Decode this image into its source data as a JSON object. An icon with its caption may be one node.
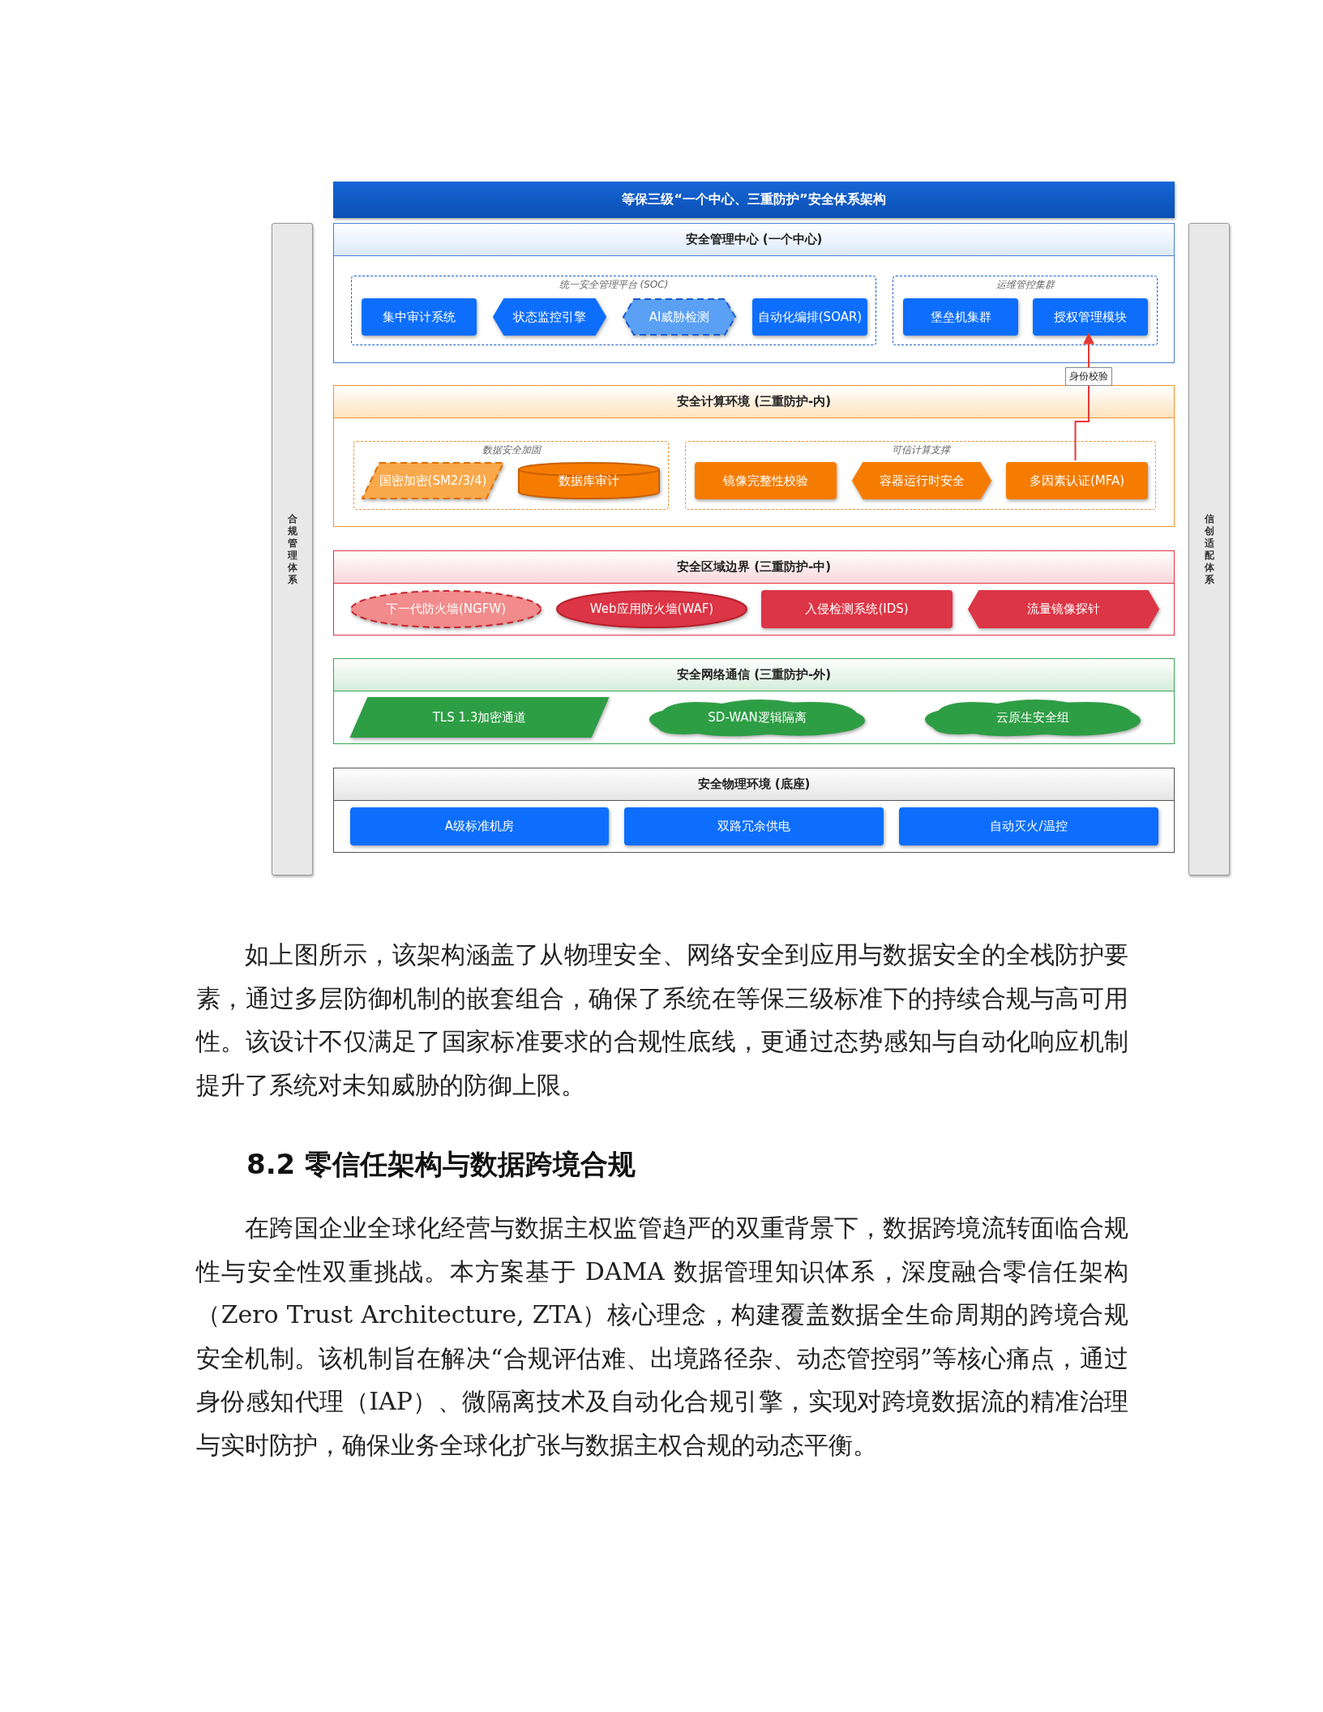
{
  "diagram": {
    "title": "等保三级“一个中心、三重防护”安全体系架构",
    "nodes": [
      {
        "text": [
          "合规管理体系"
        ]
      },
      {
        "text": [
          "信创适配体系"
        ]
      },
      {
        "text": [
          "安全管理中心 (一个中心)"
        ]
      },
      {
        "text": [
          "统一安全管理平台 (SOC)"
        ],
        "in": 2
      },
      {
        "text": [
          "集中审计系统"
        ],
        "in": 3
      },
      {
        "text": [
          "状态监控引擎"
        ],
        "in": 3
      },
      {
        "text": [
          "AI威胁检测"
        ],
        "in": 3
      },
      {
        "text": [
          "自动化编排(SOAR)"
        ],
        "in": 3
      },
      {
        "text": [
          "运维管控集群"
        ],
        "in": 2
      },
      {
        "text": [
          "堡垒机集群"
        ],
        "in": 8
      },
      {
        "text": [
          "授权管理模块"
        ],
        "in": 8
      },
      {
        "text": [
          "安全计算环境 (三重防护-内)"
        ]
      },
      {
        "text": [
          "数据安全加固"
        ],
        "in": 11
      },
      {
        "text": [
          "国密加密(SM2/3/4)"
        ],
        "in": 12
      },
      {
        "text": [
          "数据库审计"
        ],
        "in": 12
      },
      {
        "text": [
          "可信计算支撑"
        ],
        "in": 11
      },
      {
        "text": [
          "镜像完整性校验"
        ],
        "in": 15
      },
      {
        "text": [
          "容器运行时安全"
        ],
        "in": 15
      },
      {
        "text": [
          "多因素认证(MFA)"
        ],
        "in": 15
      },
      {
        "text": [
          "安全区域边界 (三重防护-中)"
        ]
      },
      {
        "text": [
          "下一代防火墙(NGFW)"
        ],
        "in": 19
      },
      {
        "text": [
          "Web应用防火墙(WAF)"
        ],
        "in": 19
      },
      {
        "text": [
          "入侵检测系统(IDS)"
        ],
        "in": 19
      },
      {
        "text": [
          "流量镜像探针"
        ],
        "in": 19
      },
      {
        "text": [
          "安全网络通信 (三重防护-外)"
        ]
      },
      {
        "text": [
          "TLS 1.3加密通道"
        ],
        "in": 24
      },
      {
        "text": [
          "SD-WAN逻辑隔离"
        ],
        "in": 24
      },
      {
        "text": [
          "云原生安全组"
        ],
        "in": 24
      },
      {
        "text": [
          "安全物理环境 (底座)"
        ]
      },
      {
        "text": [
          "A级标准机房"
        ],
        "in": 28
      },
      {
        "text": [
          "双路冗余供电"
        ],
        "in": 28
      },
      {
        "text": [
          "自动灭火/温控"
        ],
        "in": 28
      }
    ],
    "edges": [
      {
        "from": 18,
        "to": 10,
        "arrow": "to",
        "label": "身份校验",
        "color": "#e53935"
      }
    ],
    "labels": [
      "如上图所示，该架构涵盖了从物理安全、网络安全到应用与数据安全的全栈防护要素，通过多层防御机制的嵌套组合，确保了系统在等保三级标准下的持续合规与高可用性。该设计不仅满足了国家标准要求的合规性底线，更通过态势感知与自动化响应机制提升了系统对未知威胁的防御上限。",
      "8.2 零信任架构与数据跨境合规",
      "在跨国企业全球化经营与数据主权监管趋严的双重背景下，数据跨境流转面临合规性与安全性双重挑战。本方案基于 DAMA 数据管理知识体系，深度融合零信任架构（Zero Trust Architecture, ZTA）核心理念，构建覆盖数据全生命周期的跨境合规安全机制。该机制旨在解决“合规评估难、出境路径杂、动态管控弱”等核心痛点，通过身份感知代理（IAP）、微隔离技术及自动化合规引擎，实现对跨境数据流的精准治理与实时防护，确保业务全球化扩张与数据主权合规的动态平衡。"
    ]
  }
}
